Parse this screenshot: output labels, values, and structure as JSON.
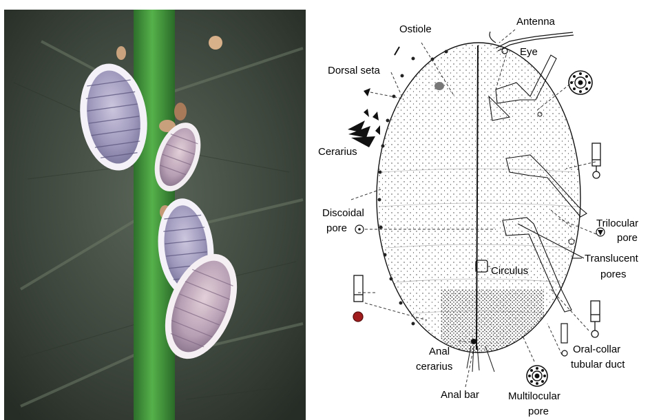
{
  "photo": {
    "subject": "mealybug-colony-on-leaf",
    "colors": {
      "leaf": "#3f4a40",
      "stem": "#3f9a3a",
      "insect_body": "#b9b3cf",
      "insect_fringe": "#f2f0f6"
    }
  },
  "diagram": {
    "labels": {
      "ostiole": "Ostiole",
      "antenna": "Antenna",
      "eye": "Eye",
      "dorsal_seta": "Dorsal seta",
      "cerarius": "Cerarius",
      "discoidal_pore_1": "Discoidal",
      "discoidal_pore_2": "pore",
      "trilocular_pore_1": "Trilocular",
      "trilocular_pore_2": "pore",
      "translucent_pores_1": "Translucent",
      "translucent_pores_2": "pores",
      "circulus": "Circulus",
      "oral_collar_1": "Oral-collar",
      "oral_collar_2": "tubular duct",
      "anal_cerarius_1": "Anal",
      "anal_cerarius_2": "cerarius",
      "anal_bar": "Anal bar",
      "multilocular_pore_1": "Multilocular",
      "multilocular_pore_2": "pore"
    }
  }
}
